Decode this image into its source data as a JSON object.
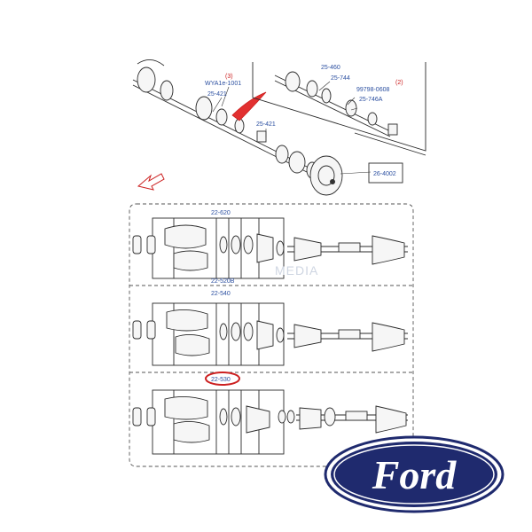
{
  "labels": {
    "top_left_a": "WYA1e-1001",
    "top_left_circle": "(3)",
    "top_left_b": "25-421",
    "top_center": "25-421",
    "top_right_a": "25-744",
    "top_right_b": "99798-0608",
    "top_right_c": "25-746A",
    "top_right_circle": "(2)",
    "top_right_cut": "25-460",
    "hub": "26-4002",
    "panel1_top": "22-620",
    "panel1_bottom": "22-520B",
    "panel2_top": "22-540",
    "panel3_top": "22-530"
  },
  "watermark": "MEDIA",
  "logo": {
    "text": "Ford",
    "bg_color": "#1f2a6e",
    "ring_color": "#ffffff"
  },
  "colors": {
    "label_blue": "#2b4fa0",
    "highlight_red": "#cc2020"
  }
}
